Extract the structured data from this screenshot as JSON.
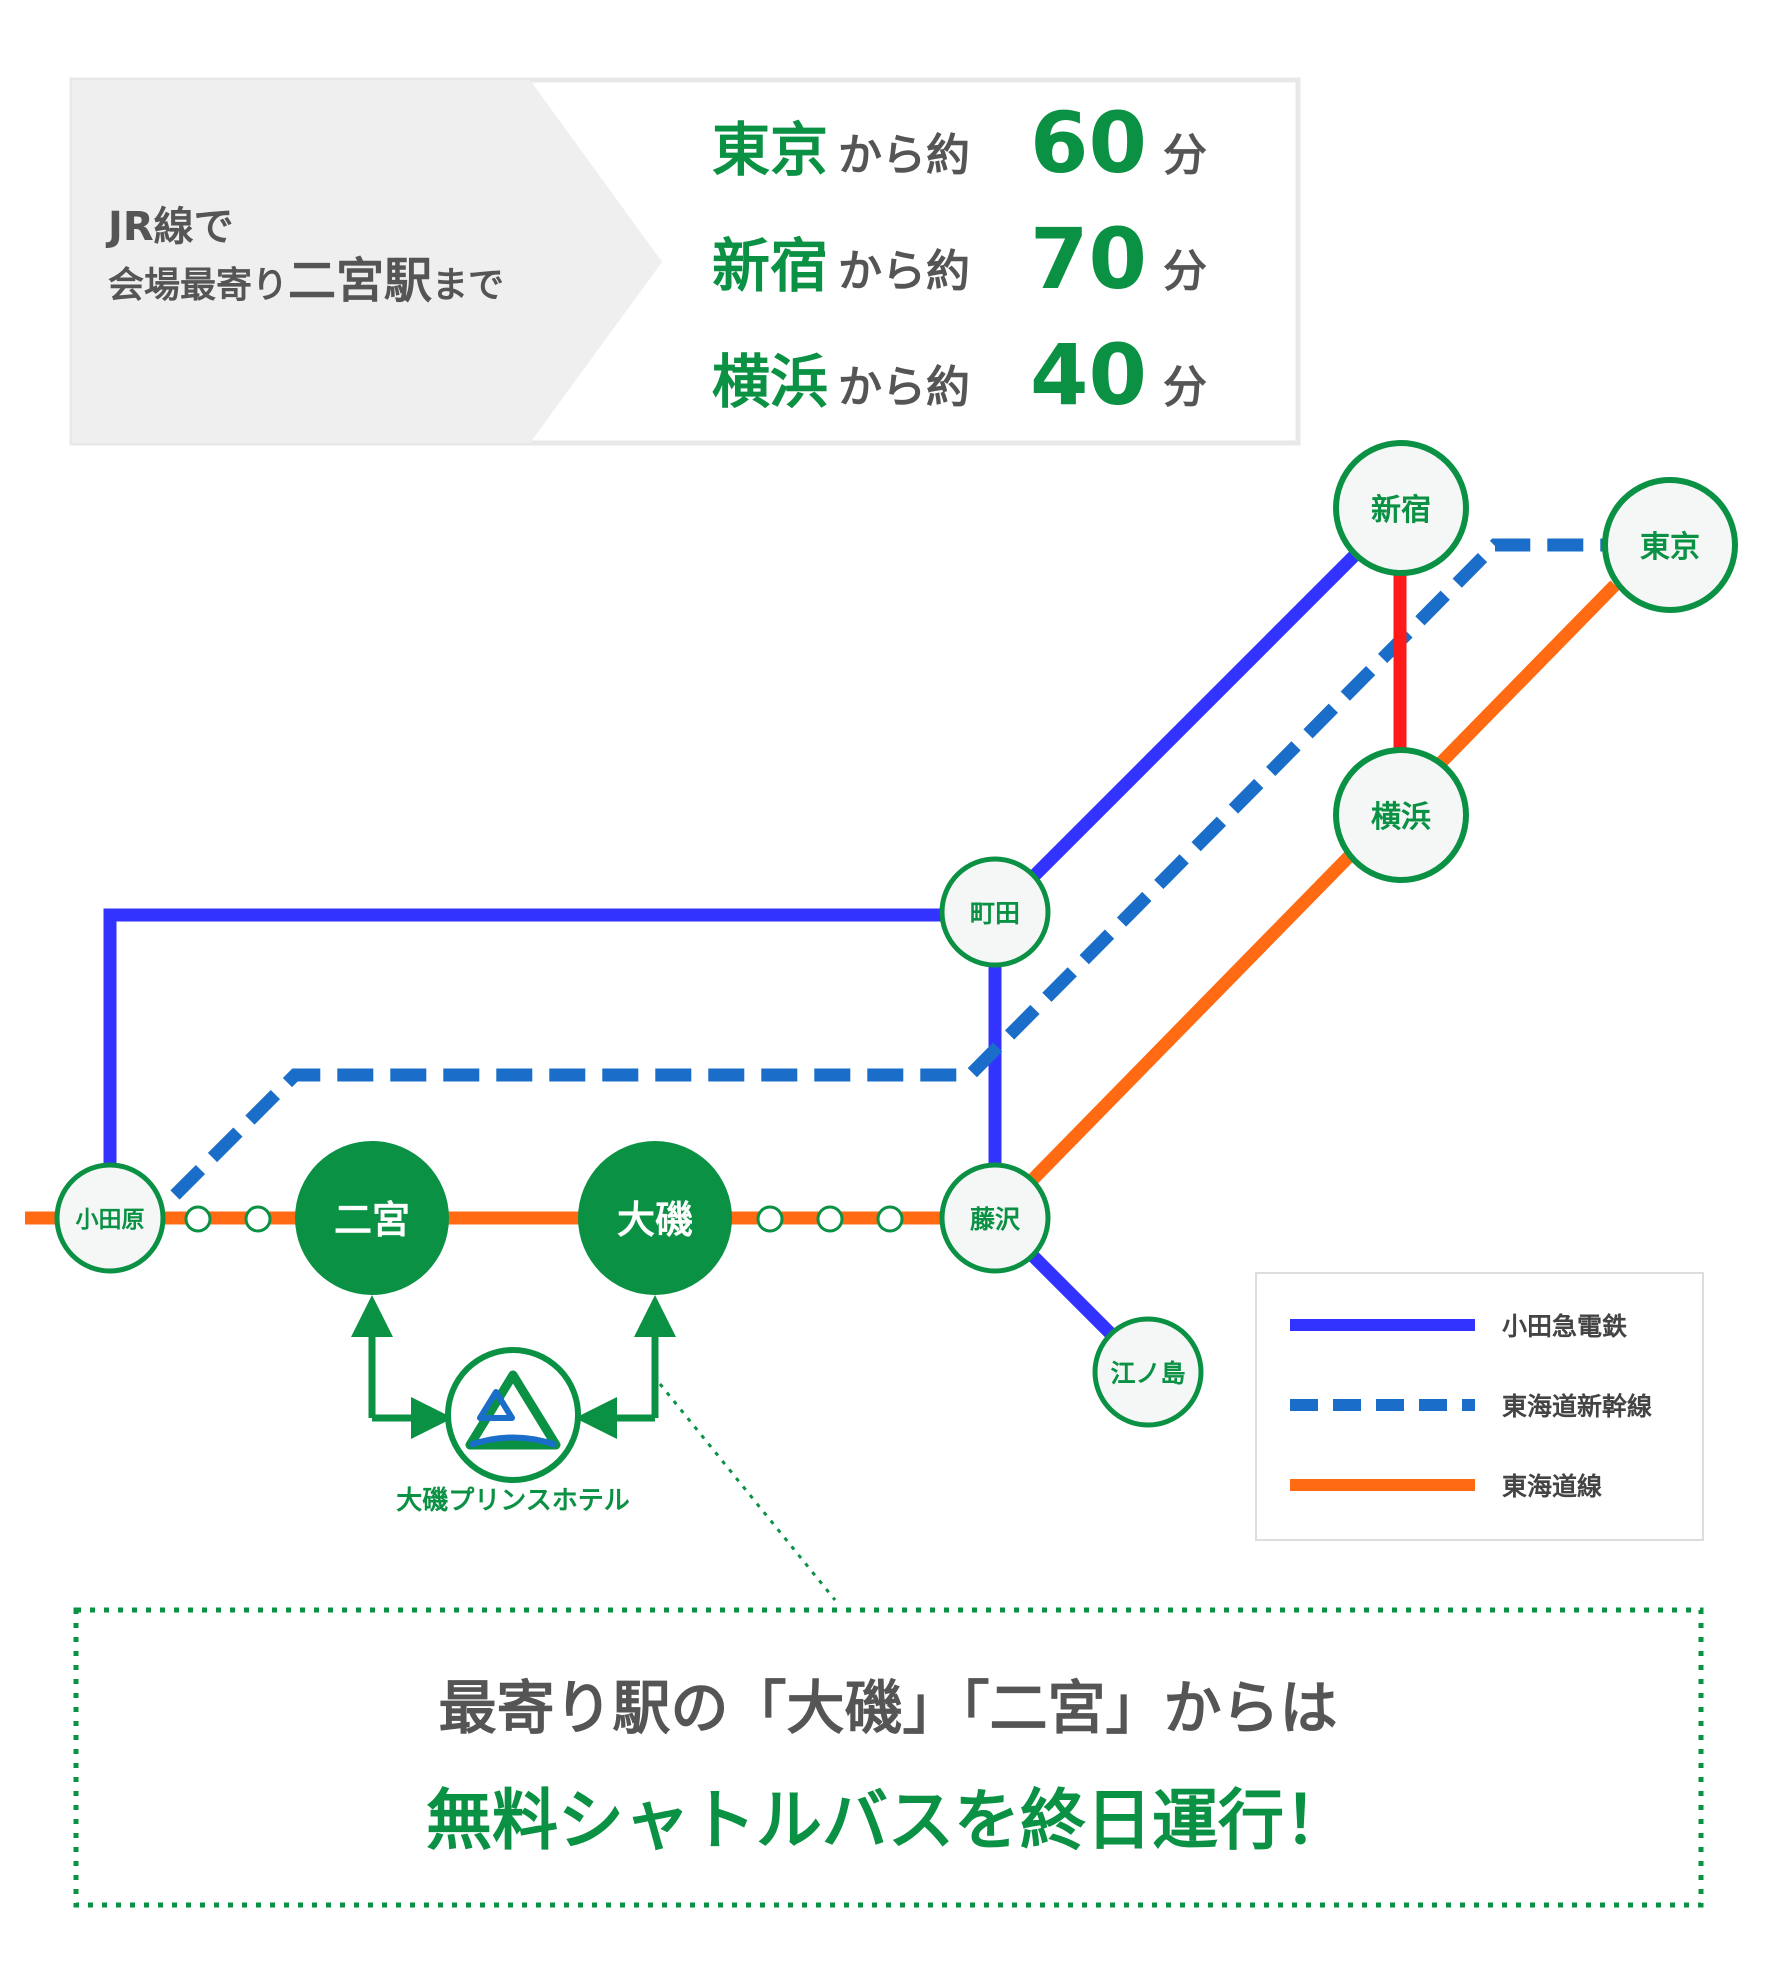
{
  "colors": {
    "green": "#0a9144",
    "dark_text": "#555555",
    "odakyu_blue": "#3333ff",
    "shinkansen_blue": "#1a6dc8",
    "tokaido_orange": "#ff6a13",
    "red": "#ff1a1a",
    "station_fill": "#f5f7f6",
    "panel_gray": "#efefef"
  },
  "header": {
    "left_line1": "JR線で",
    "left_line2_prefix": "会場最寄り",
    "left_line2_station": "二宮駅",
    "left_line2_suffix": "まで",
    "rows": [
      {
        "from": "東京",
        "mid": "から約",
        "minutes": "60",
        "unit": "分"
      },
      {
        "from": "新宿",
        "mid": "から約",
        "minutes": "70",
        "unit": "分"
      },
      {
        "from": "横浜",
        "mid": "から約",
        "minutes": "40",
        "unit": "分"
      }
    ]
  },
  "stations": {
    "shinjuku": "新宿",
    "tokyo": "東京",
    "yokohama": "横浜",
    "machida": "町田",
    "odawara": "小田原",
    "ninomiya": "二宮",
    "oiso": "大磯",
    "fujisawa": "藤沢",
    "enoshima": "江ノ島"
  },
  "hotel": {
    "name": "大磯プリンスホテル",
    "logo_icon": "hotel-logo-icon"
  },
  "legend": [
    {
      "label": "小田急電鉄",
      "style": "solid-blue"
    },
    {
      "label": "東海道新幹線",
      "style": "dashed-blue"
    },
    {
      "label": "東海道線",
      "style": "solid-orange"
    }
  ],
  "notice": {
    "line1": "最寄り駅の「大磯」「二宮」からは",
    "line2": "無料シャトルバスを終日運行！"
  }
}
